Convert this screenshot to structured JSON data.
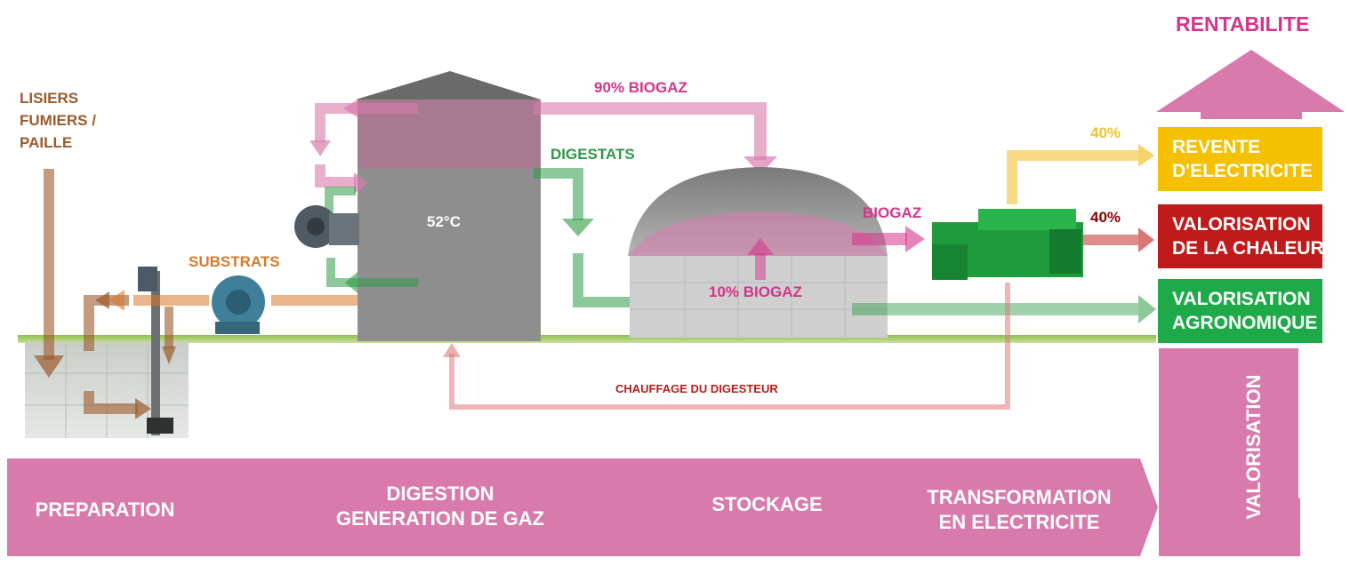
{
  "header": {
    "rentabilite": "RENTABILITE"
  },
  "inputs": {
    "lisiers": "LISIERS\nFUMIERS /\nPAILLE",
    "substrats": "SUBSTRATS"
  },
  "digester": {
    "temperature": "52°C"
  },
  "flows": {
    "biogaz_90": "90% BIOGAZ",
    "digestats": "DIGESTATS",
    "biogaz": "BIOGAZ",
    "biogaz_10": "10% BIOGAZ",
    "chauffage": "CHAUFFAGE DU DIGESTEUR",
    "pct_electricite": "40%",
    "pct_chaleur": "40%"
  },
  "outputs": [
    {
      "label": "REVENTE\nD'ELECTRICITE",
      "color": "#f5c000"
    },
    {
      "label": "VALORISATION\nDE LA CHALEUR",
      "color": "#c01a1a"
    },
    {
      "label": "VALORISATION\nAGRONOMIQUE",
      "color": "#1faa4a"
    }
  ],
  "stages": [
    {
      "label": "PREPARATION"
    },
    {
      "label": "DIGESTION\nGENERATION DE GAZ"
    },
    {
      "label": "STOCKAGE"
    },
    {
      "label": "TRANSFORMATION\nEN ELECTRICITE"
    }
  ],
  "valorisation": "VALORISATION",
  "colors": {
    "pink": "#d97aac",
    "magenta": "#d6338a",
    "green": "#2e9a45",
    "brown": "#9c5a2a",
    "orange": "#d9782a",
    "yellow": "#f2c12e"
  }
}
